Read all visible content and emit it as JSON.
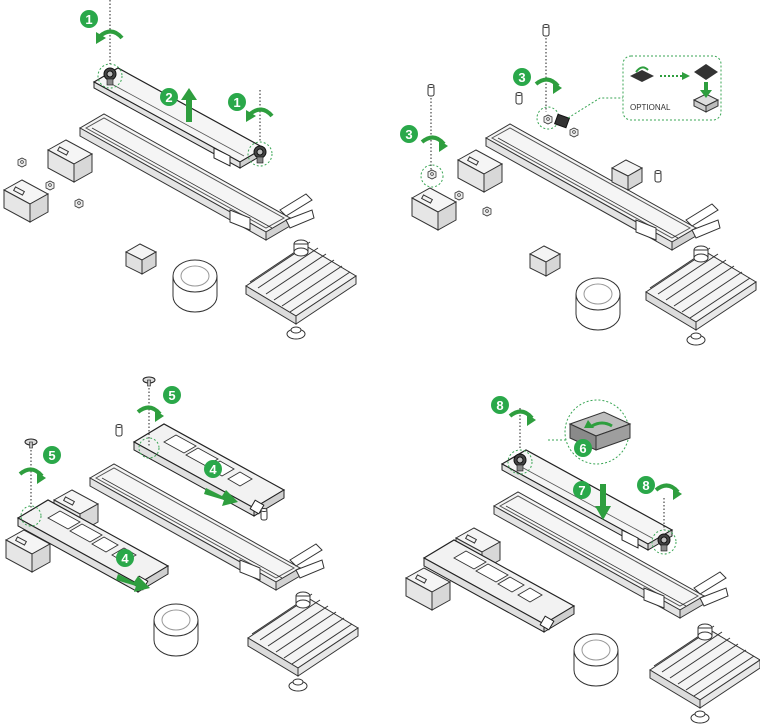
{
  "colors": {
    "step_green": "#2aa84a",
    "arrow_green": "#2e9e3e",
    "line": "#333333",
    "fill_light": "#f2f2f2",
    "fill_mid": "#d9d9d9",
    "dash_green": "#3aa655"
  },
  "panels": {
    "p1": {
      "steps": [
        "1",
        "2",
        "1"
      ]
    },
    "p2": {
      "steps": [
        "3",
        "3"
      ],
      "optional_label": "OPTIONAL"
    },
    "p3": {
      "steps": [
        "5",
        "5",
        "4",
        "4"
      ]
    },
    "p4": {
      "steps": [
        "8",
        "6",
        "7",
        "8"
      ]
    }
  },
  "icons": [
    "rotate-ccw-icon",
    "rotate-cw-icon",
    "arrow-up-icon",
    "arrow-down-icon",
    "arrow-right-icon",
    "screw-icon",
    "standoff-icon"
  ]
}
